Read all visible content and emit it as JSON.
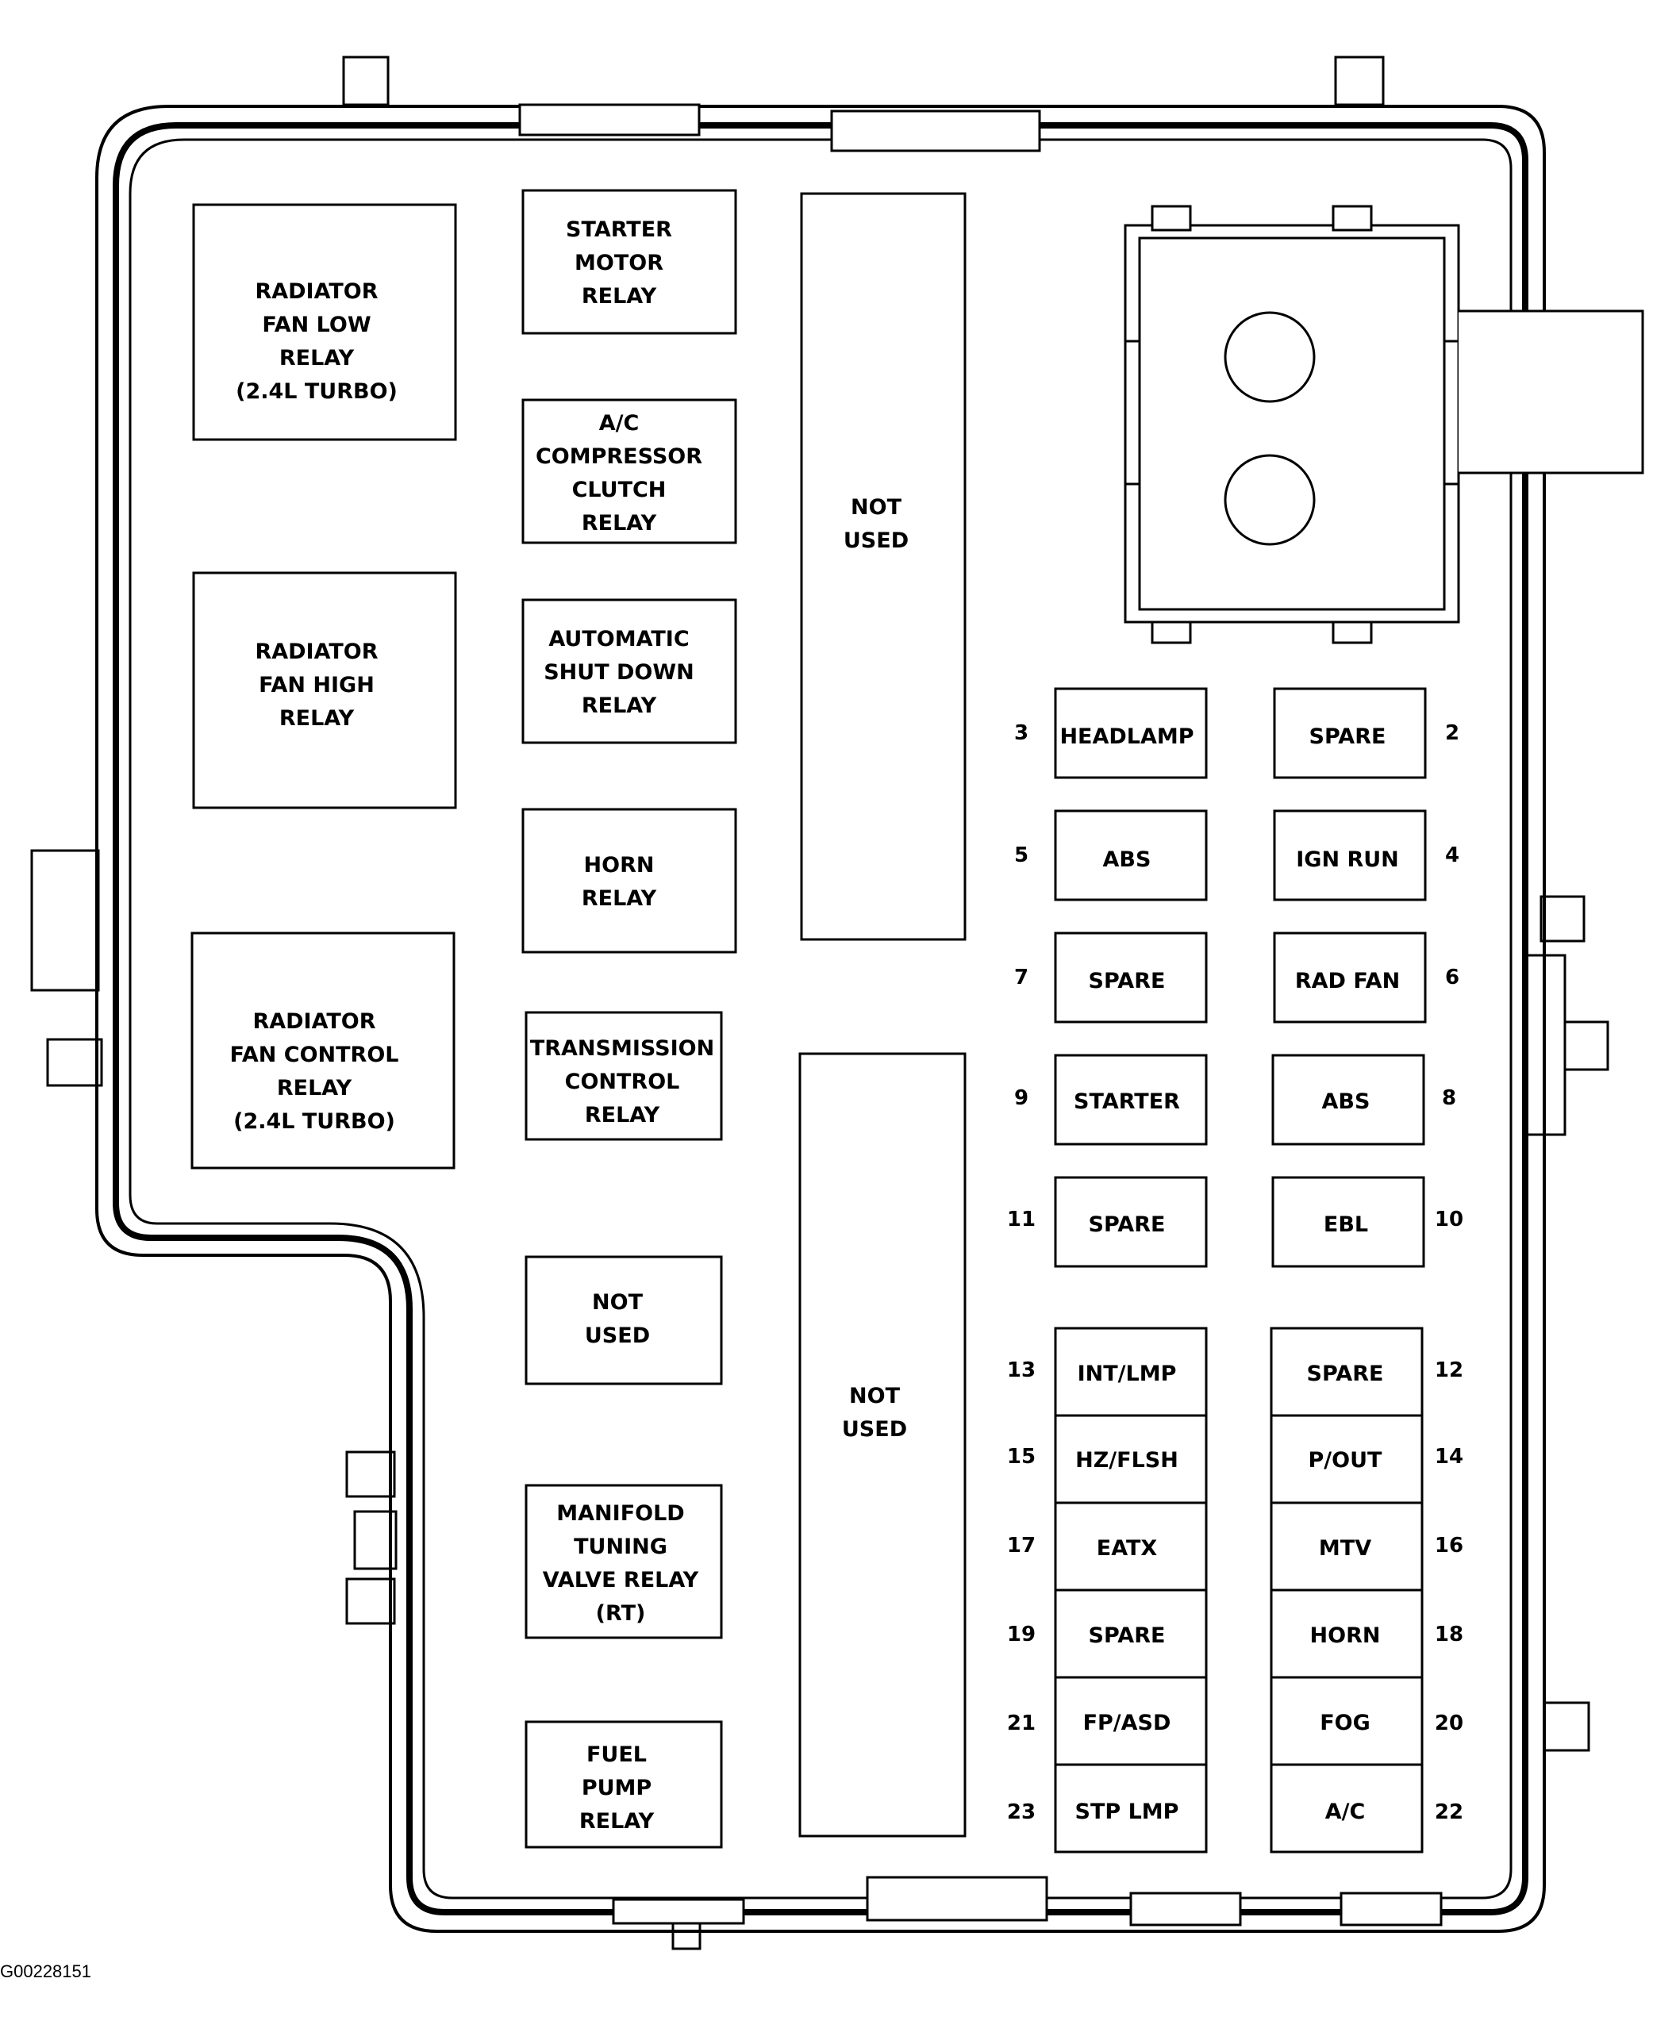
{
  "figure_id": "G00228151",
  "relays": [
    {
      "id": "radiator-fan-low-relay",
      "lines": [
        "RADIATOR",
        "FAN LOW",
        "RELAY",
        "(2.4L TURBO)"
      ]
    },
    {
      "id": "radiator-fan-high-relay",
      "lines": [
        "RADIATOR",
        "FAN HIGH",
        "RELAY"
      ]
    },
    {
      "id": "radiator-fan-control-relay",
      "lines": [
        "RADIATOR",
        "FAN CONTROL",
        "RELAY",
        "(2.4L TURBO)"
      ]
    },
    {
      "id": "starter-motor-relay",
      "lines": [
        "STARTER",
        "MOTOR",
        "RELAY"
      ]
    },
    {
      "id": "ac-compressor-clutch-relay",
      "lines": [
        "A/C",
        "COMPRESSOR",
        "CLUTCH",
        "RELAY"
      ]
    },
    {
      "id": "automatic-shut-down-relay",
      "lines": [
        "AUTOMATIC",
        "SHUT DOWN",
        "RELAY"
      ]
    },
    {
      "id": "horn-relay",
      "lines": [
        "HORN",
        "RELAY"
      ]
    },
    {
      "id": "transmission-control-relay",
      "lines": [
        "TRANSMISSION",
        "CONTROL",
        "RELAY"
      ]
    },
    {
      "id": "not-used-relay",
      "lines": [
        "NOT",
        "USED"
      ]
    },
    {
      "id": "manifold-tuning-valve-relay",
      "lines": [
        "MANIFOLD",
        "TUNING",
        "VALVE RELAY",
        "(RT)"
      ]
    },
    {
      "id": "fuel-pump-relay",
      "lines": [
        "FUEL",
        "PUMP",
        "RELAY"
      ]
    }
  ],
  "unused_slots": [
    {
      "id": "not-used-upper",
      "lines": [
        "NOT",
        "USED"
      ]
    },
    {
      "id": "not-used-lower",
      "lines": [
        "NOT",
        "USED"
      ]
    }
  ],
  "fuses_left": [
    {
      "number": "3",
      "label": "HEADLAMP"
    },
    {
      "number": "5",
      "label": "ABS"
    },
    {
      "number": "7",
      "label": "SPARE"
    },
    {
      "number": "9",
      "label": "STARTER"
    },
    {
      "number": "11",
      "label": "SPARE"
    },
    {
      "number": "13",
      "label": "INT/LMP"
    },
    {
      "number": "15",
      "label": "HZ/FLSH"
    },
    {
      "number": "17",
      "label": "EATX"
    },
    {
      "number": "19",
      "label": "SPARE"
    },
    {
      "number": "21",
      "label": "FP/ASD"
    },
    {
      "number": "23",
      "label": "STP LMP"
    }
  ],
  "fuses_right": [
    {
      "number": "2",
      "label": "SPARE"
    },
    {
      "number": "4",
      "label": "IGN RUN"
    },
    {
      "number": "6",
      "label": "RAD FAN"
    },
    {
      "number": "8",
      "label": "ABS"
    },
    {
      "number": "10",
      "label": "EBL"
    },
    {
      "number": "12",
      "label": "SPARE"
    },
    {
      "number": "14",
      "label": "P/OUT"
    },
    {
      "number": "16",
      "label": "MTV"
    },
    {
      "number": "18",
      "label": "HORN"
    },
    {
      "number": "20",
      "label": "FOG"
    },
    {
      "number": "22",
      "label": "A/C"
    }
  ]
}
